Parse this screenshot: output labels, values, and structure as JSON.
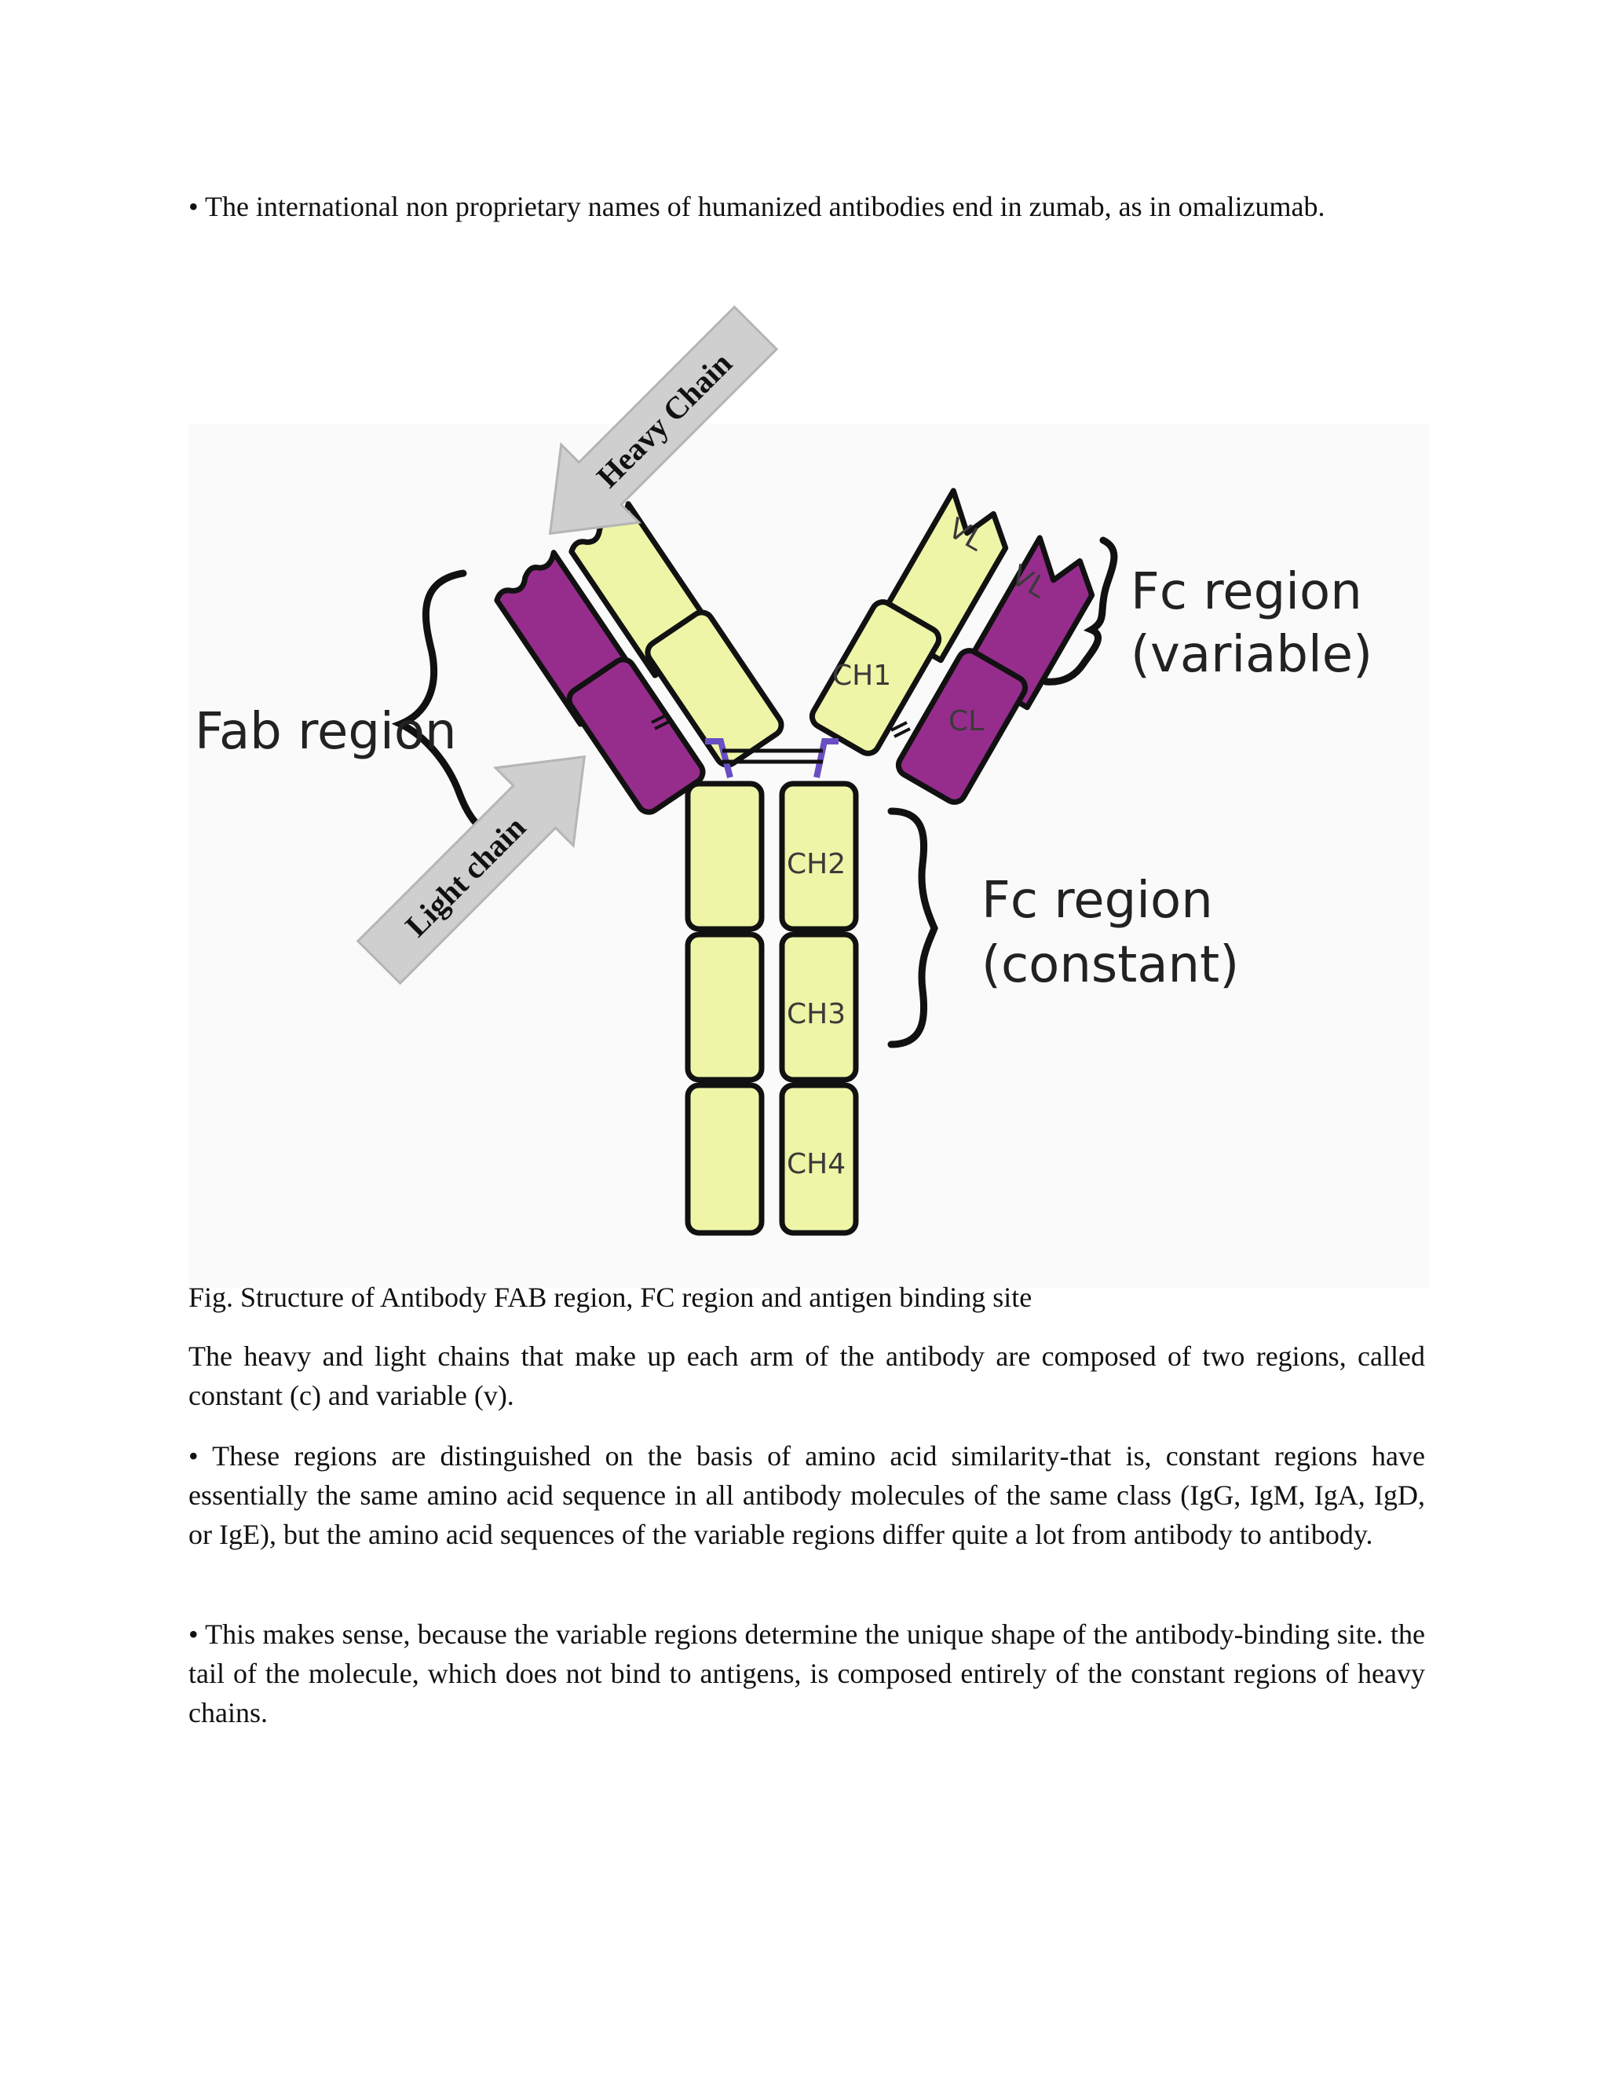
{
  "paragraphs": {
    "p1": "• The international non proprietary names of humanized antibodies end in zumab, as in omalizumab.",
    "caption": "Fig. Structure of Antibody FAB region, FC region and antigen binding site",
    "p2": "The heavy and light chains that make up each arm of the antibody are composed of two regions, called constant (c) and variable (v).",
    "p3": "• These regions are distinguished on the basis of amino acid similarity-that is, constant regions have essentially the same amino acid sequence in all antibody molecules of the same class (IgG, IgM, IgA, IgD, or IgE), but the amino acid sequences of the variable regions differ quite a lot from antibody to antibody.",
    "p4": "• This makes sense, because the variable regions determine the unique shape of the antibody-binding site. the tail of the molecule, which does not bind to antigens, is composed entirely of the constant regions of heavy chains."
  },
  "figure": {
    "labels": {
      "fab_region": "Fab region",
      "fc_variable_line1": "Fc region",
      "fc_variable_line2": "(variable)",
      "fc_constant_line1": "Fc region",
      "fc_constant_line2": "(constant)",
      "heavy_chain": "Heavy Chain",
      "light_chain": "Light chain"
    },
    "domains": {
      "vl_heavy": "VL",
      "vl_light": "VL",
      "ch1": "CH1",
      "cl": "CL",
      "ch2": "CH2",
      "ch3": "CH3",
      "ch4": "CH4"
    },
    "colors": {
      "heavy_chain_fill": "#eef5a6",
      "light_chain_fill": "#962d8c",
      "outline": "#111111",
      "hinge": "#6a4fc4",
      "arrow_fill": "#cfcfcf",
      "background": "#fafafa"
    }
  }
}
